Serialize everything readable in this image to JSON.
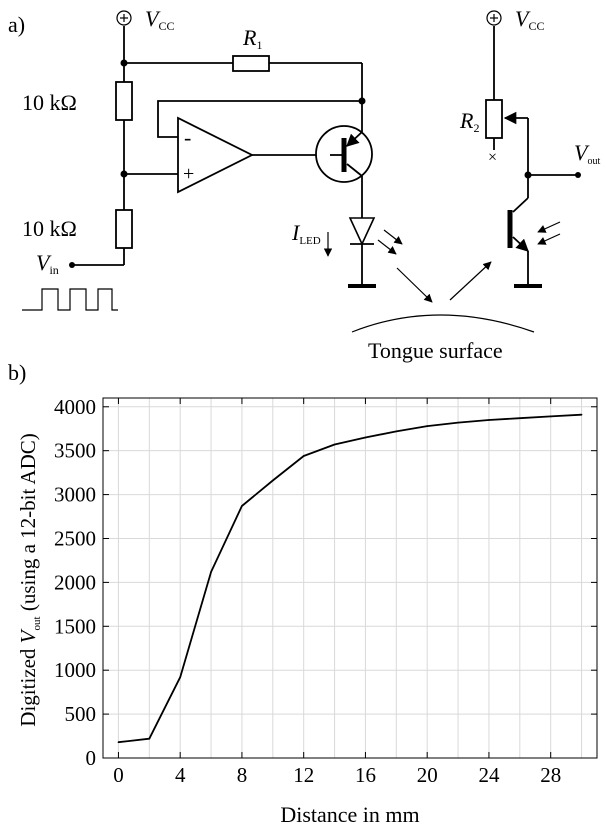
{
  "panel_a": {
    "label": "a)",
    "vcc_main": "V",
    "vcc_sub": "CC",
    "supply_symbol": "⊕",
    "r1_main": "R",
    "r1_sub": "1",
    "r2_main": "R",
    "r2_sub": "2",
    "res_top": "10 kΩ",
    "res_bottom": "10 kΩ",
    "vin_main": "V",
    "vin_sub": "in",
    "iled_main": "I",
    "iled_sub": "LED",
    "vout_main": "V",
    "vout_sub": "out",
    "opamp_minus": "-",
    "opamp_plus": "+",
    "nc_mark": "×",
    "tongue_label": "Tongue surface"
  },
  "panel_b": {
    "label": "b)",
    "y_label_pre": "Digitized ",
    "y_label_v": "V",
    "y_label_sub": "out",
    "y_label_post": " (using a 12-bit ADC)",
    "x_label": "Distance in mm"
  },
  "chart_data": {
    "type": "line",
    "x": [
      0,
      2,
      4,
      6,
      8,
      10,
      12,
      14,
      16,
      18,
      20,
      22,
      24,
      26,
      28,
      30
    ],
    "series": [
      {
        "values": [
          180,
          220,
          920,
          2120,
          2870,
          3160,
          3440,
          3570,
          3650,
          3720,
          3780,
          3820,
          3850,
          3870,
          3890,
          3910
        ]
      }
    ],
    "xlabel": "Distance in mm",
    "ylabel": "Digitized V_out (using a 12-bit ADC)",
    "xlim": [
      -1,
      31
    ],
    "ylim": [
      0,
      4100
    ],
    "xticks": [
      0,
      4,
      8,
      12,
      16,
      20,
      24,
      28
    ],
    "yticks": [
      0,
      500,
      1000,
      1500,
      2000,
      2500,
      3000,
      3500,
      4000
    ],
    "x_minor_grid": [
      2,
      6,
      10,
      14,
      18,
      22,
      26,
      30
    ],
    "grid": true,
    "line_color": "#000000"
  }
}
